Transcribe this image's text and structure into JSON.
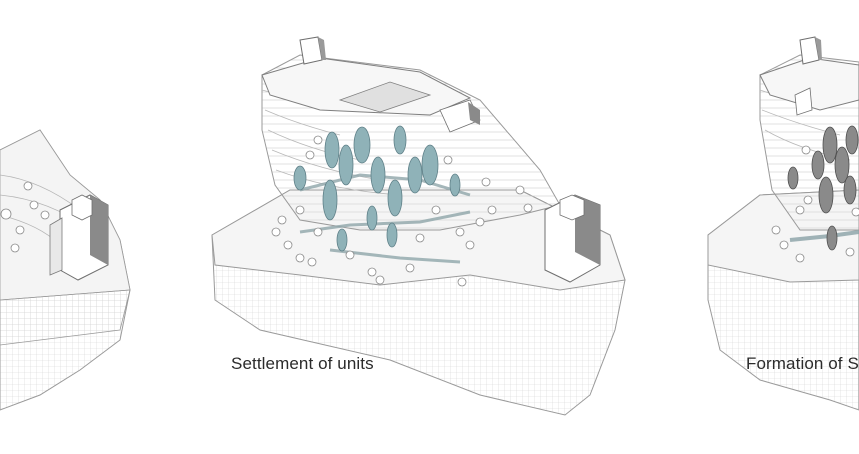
{
  "panels": [
    {
      "id": "left",
      "caption": ""
    },
    {
      "id": "center",
      "caption": "Settlement of units"
    },
    {
      "id": "right",
      "caption": "Formation of S"
    }
  ],
  "colors": {
    "terrain_fill": "#f1f1f1",
    "terrain_stroke": "#9a9a9a",
    "hatch": "#c9c9c9",
    "unit_tree": "#8fb2b8",
    "unit_tree_dark": "#5f8088",
    "cluster_tree": "#8a8a8a",
    "cluster_tree_dark": "#4f4f4f",
    "path": "#b9c9cc",
    "building_shadow": "#7a7a7a"
  },
  "icons": [
    "terrain-model",
    "tree-symbol",
    "tower-building"
  ]
}
